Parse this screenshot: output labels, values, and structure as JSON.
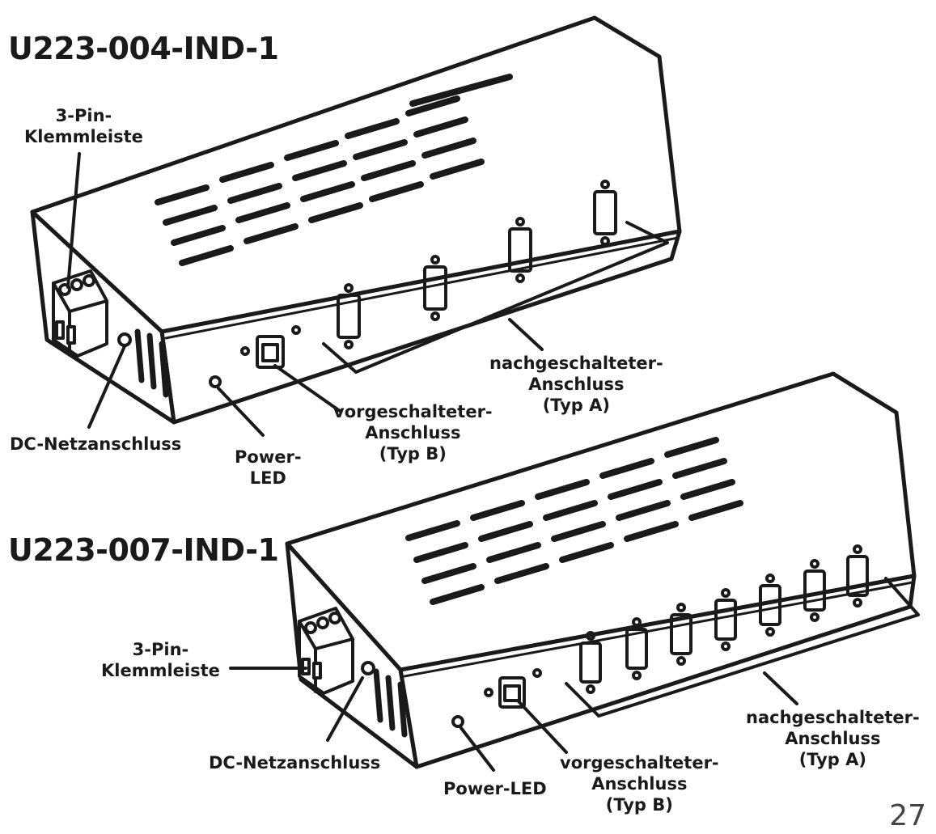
{
  "hub_top": {
    "model": "U223-004-IND-1",
    "labels": {
      "terminal": [
        "3-Pin-",
        "Klemmleiste"
      ],
      "dc_power": [
        "DC-Netzanschluss"
      ],
      "power_led": [
        "Power-",
        "LED"
      ],
      "upstream": [
        "vorgeschalteter-",
        "Anschluss",
        "(Typ B)"
      ],
      "downstream": [
        "nachgeschalteter-",
        "Anschluss",
        "(Typ A)"
      ]
    },
    "downstream_port_count": 4
  },
  "hub_bottom": {
    "model": "U223-007-IND-1",
    "labels": {
      "terminal": [
        "3-Pin-",
        "Klemmleiste"
      ],
      "dc_power": [
        "DC-Netzanschluss"
      ],
      "power_led": [
        "Power-LED"
      ],
      "upstream": [
        "vorgeschalteter-",
        "Anschluss",
        "(Typ B)"
      ],
      "downstream": [
        "nachgeschalteter-",
        "Anschluss",
        "(Typ A)"
      ]
    },
    "downstream_port_count": 7
  },
  "page_number": "27"
}
